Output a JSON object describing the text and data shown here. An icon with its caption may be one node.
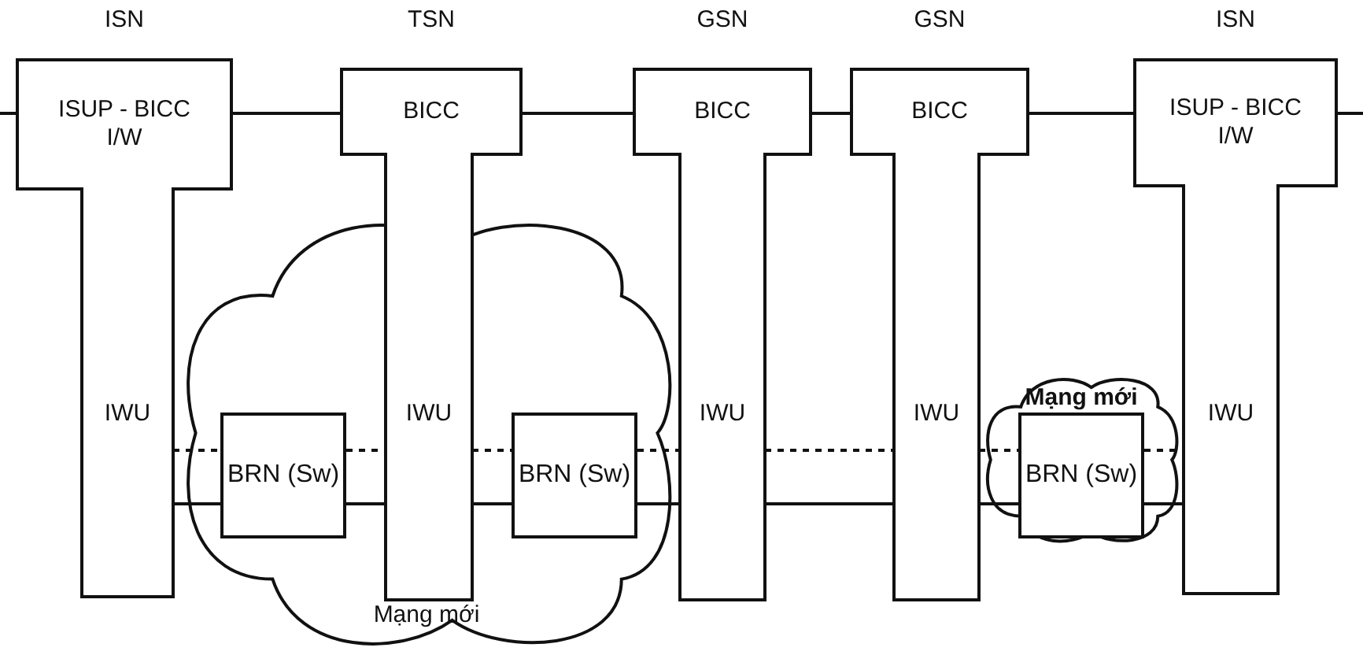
{
  "diagram": {
    "nodes": [
      {
        "text": [
          "ISN",
          "ISUP - BICC I/W",
          "IWU"
        ]
      },
      {
        "text": [
          "TSN",
          "BICC",
          "IWU"
        ]
      },
      {
        "text": [
          "GSN",
          "BICC",
          "IWU"
        ]
      },
      {
        "text": [
          "GSN",
          "BICC",
          "IWU"
        ]
      },
      {
        "text": [
          "ISN",
          "ISUP - BICC I/W",
          "IWU"
        ]
      },
      {
        "text": [
          "Mạng mới"
        ]
      },
      {
        "text": [
          "BRN (Sw)"
        ],
        "in": 5
      },
      {
        "text": [
          "BRN (Sw)"
        ],
        "in": 5
      },
      {
        "text": [
          "Mạng mới"
        ]
      },
      {
        "text": [
          "BRN (Sw)"
        ],
        "in": 8
      }
    ],
    "edges": [
      {
        "from": null,
        "to": 0,
        "arrow": "none"
      },
      {
        "from": 0,
        "to": 1,
        "arrow": "none"
      },
      {
        "from": 1,
        "to": 2,
        "arrow": "none"
      },
      {
        "from": 2,
        "to": 3,
        "arrow": "none"
      },
      {
        "from": 3,
        "to": 4,
        "arrow": "none"
      },
      {
        "from": 4,
        "to": null,
        "arrow": "none"
      },
      {
        "from": 0,
        "to": 6,
        "arrow": "none",
        "style": "dashed"
      },
      {
        "from": 6,
        "to": 1,
        "arrow": "none",
        "style": "dashed"
      },
      {
        "from": 1,
        "to": 7,
        "arrow": "none",
        "style": "dashed"
      },
      {
        "from": 7,
        "to": 2,
        "arrow": "none",
        "style": "dashed"
      },
      {
        "from": 2,
        "to": 3,
        "arrow": "none",
        "style": "dashed"
      },
      {
        "from": 3,
        "to": 9,
        "arrow": "none",
        "style": "dashed"
      },
      {
        "from": 9,
        "to": 4,
        "arrow": "none",
        "style": "dashed"
      },
      {
        "from": 0,
        "to": 6,
        "arrow": "none"
      },
      {
        "from": 6,
        "to": 1,
        "arrow": "none"
      },
      {
        "from": 1,
        "to": 7,
        "arrow": "none"
      },
      {
        "from": 7,
        "to": 2,
        "arrow": "none"
      },
      {
        "from": 2,
        "to": 3,
        "arrow": "none"
      },
      {
        "from": 3,
        "to": 9,
        "arrow": "none"
      },
      {
        "from": 9,
        "to": 4,
        "arrow": "none"
      }
    ]
  }
}
